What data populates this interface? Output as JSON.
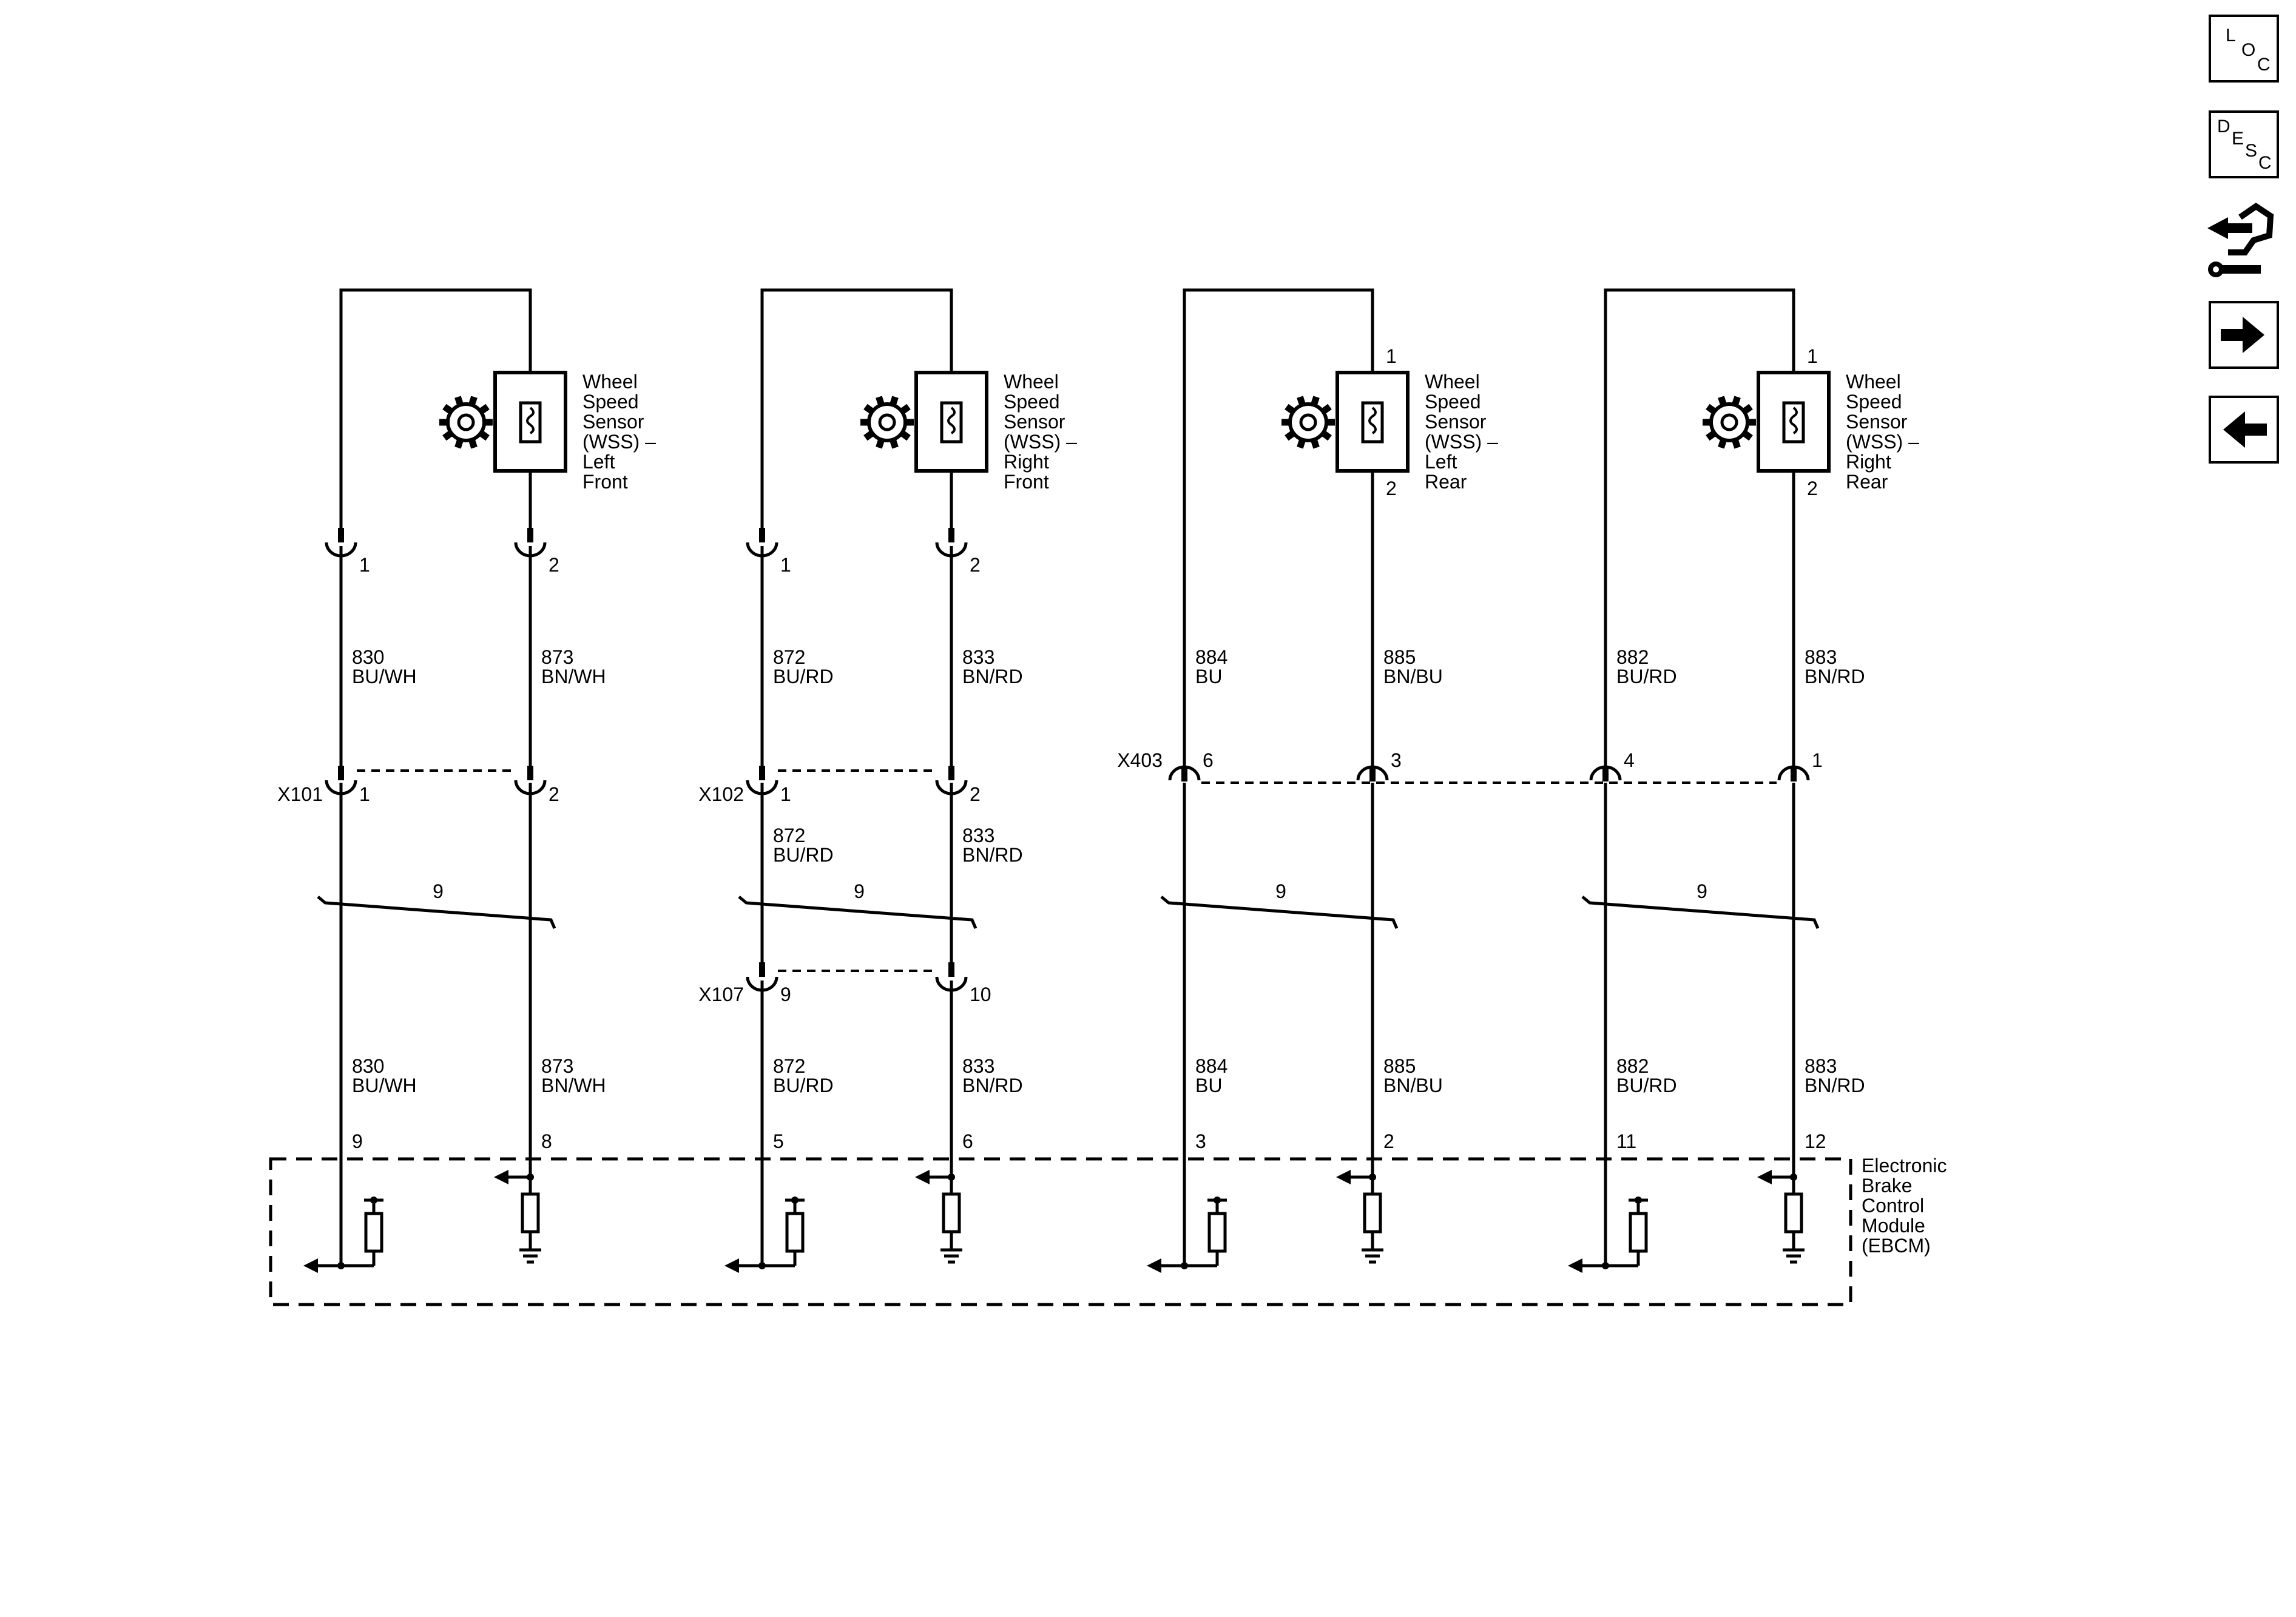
{
  "side_nav": {
    "loc": {
      "l1": "L",
      "l2": "O",
      "l3": "C",
      "icon": "location-icon"
    },
    "desc": {
      "l1": "D",
      "l2": "E",
      "l3": "S",
      "l4": "C",
      "icon": "description-icon"
    },
    "tools_icon": "component-tools-icon",
    "next_icon": "right-arrow-icon",
    "prev_icon": "left-arrow-icon"
  },
  "shield_label": "9",
  "sensor_name_lines_left_front": [
    "Wheel",
    "Speed",
    "Sensor",
    "(WSS) –",
    "Left",
    "Front"
  ],
  "sensors": [
    {
      "id": "lf",
      "name_lines": [
        "Wheel",
        "Speed",
        "Sensor",
        "(WSS) –",
        "Left",
        "Front"
      ],
      "pin_top": "",
      "pin_bottom": "",
      "pin1_label": "1",
      "pin2_label": "2"
    },
    {
      "id": "rf",
      "name_lines": [
        "Wheel",
        "Speed",
        "Sensor",
        "(WSS) –",
        "Right",
        "Front"
      ],
      "pin_top": "",
      "pin_bottom": "",
      "pin1_label": "1",
      "pin2_label": "2"
    },
    {
      "id": "lr",
      "name_lines": [
        "Wheel",
        "Speed",
        "Sensor",
        "(WSS) –",
        "Left",
        "Rear"
      ],
      "pin_top": "1",
      "pin_bottom": "2"
    },
    {
      "id": "rr",
      "name_lines": [
        "Wheel",
        "Speed",
        "Sensor",
        "(WSS) –",
        "Right",
        "Rear"
      ],
      "pin_top": "1",
      "pin_bottom": "2"
    }
  ],
  "wires_upper": [
    {
      "circuit": "830",
      "color": "BU/WH"
    },
    {
      "circuit": "873",
      "color": "BN/WH"
    },
    {
      "circuit": "872",
      "color": "BU/RD"
    },
    {
      "circuit": "833",
      "color": "BN/RD"
    },
    {
      "circuit": "884",
      "color": "BU"
    },
    {
      "circuit": "885",
      "color": "BN/BU"
    },
    {
      "circuit": "882",
      "color": "BU/RD"
    },
    {
      "circuit": "883",
      "color": "BN/RD"
    }
  ],
  "wires_mid": [
    {
      "circuit": "872",
      "color": "BU/RD"
    },
    {
      "circuit": "833",
      "color": "BN/RD"
    }
  ],
  "wires_lower": [
    {
      "circuit": "830",
      "color": "BU/WH"
    },
    {
      "circuit": "873",
      "color": "BN/WH"
    },
    {
      "circuit": "872",
      "color": "BU/RD"
    },
    {
      "circuit": "833",
      "color": "BN/RD"
    },
    {
      "circuit": "884",
      "color": "BU"
    },
    {
      "circuit": "885",
      "color": "BN/BU"
    },
    {
      "circuit": "882",
      "color": "BU/RD"
    },
    {
      "circuit": "883",
      "color": "BN/RD"
    }
  ],
  "connectors": {
    "x101": {
      "name": "X101",
      "pins": [
        "1",
        "2"
      ]
    },
    "x102": {
      "name": "X102",
      "pins": [
        "1",
        "2"
      ]
    },
    "x107": {
      "name": "X107",
      "pins": [
        "9",
        "10"
      ]
    },
    "x403": {
      "name": "X403",
      "pins": [
        "6",
        "3",
        "4",
        "1"
      ]
    }
  },
  "ebcm": {
    "name_lines": [
      "Electronic",
      "Brake",
      "Control",
      "Module",
      "(EBCM)"
    ],
    "pins": [
      "9",
      "8",
      "5",
      "6",
      "3",
      "2",
      "11",
      "12"
    ]
  },
  "colors": {
    "ink": "#000000",
    "background": "#ffffff"
  }
}
